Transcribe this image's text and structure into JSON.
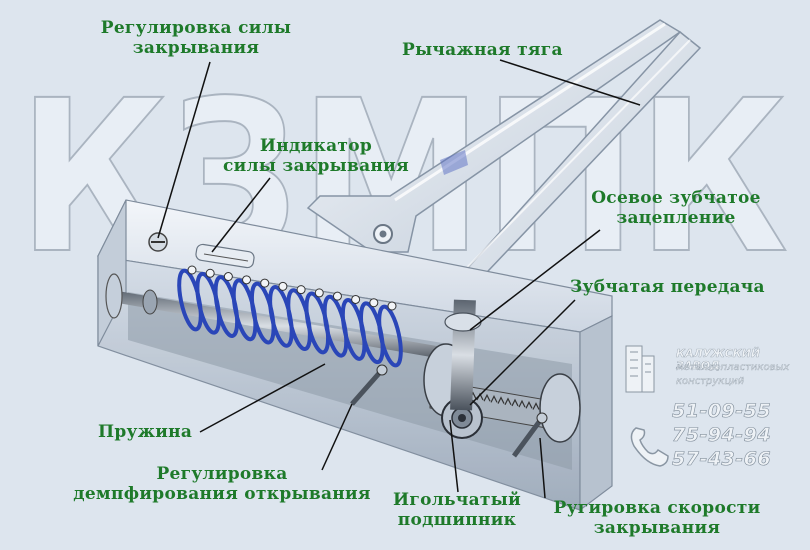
{
  "watermark": {
    "text": "КЗМПК"
  },
  "labels": {
    "closing_force_adjust": [
      "Регулировка силы",
      "закрывания"
    ],
    "lever_rod": "Рычажная тяга",
    "force_indicator": [
      "Индикатор",
      "силы закрывания"
    ],
    "axial_gear": [
      "Осевое зубчатое",
      "зацепление"
    ],
    "gear_transmission": "Зубчатая передача",
    "spring": "Пружина",
    "opening_damping_adjust": [
      "Регулировка",
      "демпфирования открывания"
    ],
    "needle_bearing": [
      "Игольчатый",
      "подшипник"
    ],
    "closing_speed_adjust": [
      "Ругировка скорости",
      "закрывания"
    ]
  },
  "company": {
    "name_lines": [
      "КАЛУЖСКИЙ ЗАВОД",
      "металлопластиковых",
      "конструкций"
    ],
    "phones": [
      "51-09-55",
      "75-94-94",
      "57-43-66"
    ]
  },
  "colors": {
    "label": "#1e7a2a",
    "leader": "#111111",
    "spring": "#2a46b8",
    "body": "#c9d3df"
  }
}
